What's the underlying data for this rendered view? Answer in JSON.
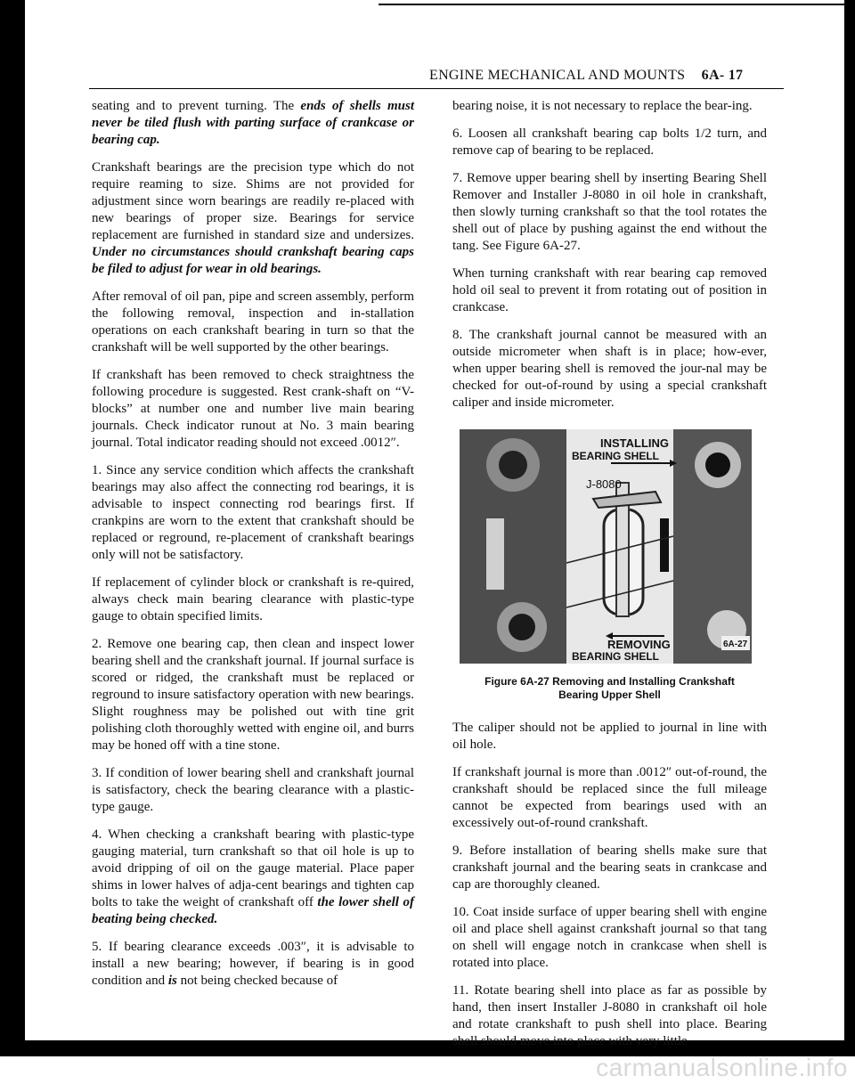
{
  "header": {
    "title": "ENGINE MECHANICAL AND MOUNTS",
    "page": "6A- 17"
  },
  "left_column": [
    {
      "id": "p1",
      "runs": [
        {
          "t": "seating and to prevent turning. The "
        },
        {
          "t": "ends of shells must never be tiled flush with parting surface of crankcase or bearing cap.",
          "em": true
        }
      ]
    },
    {
      "id": "p2",
      "runs": [
        {
          "t": "Crankshaft bearings are the precision type which do not require reaming to size. Shims are not provided for adjustment since worn bearings are readily re-placed with new bearings of proper size. Bearings for service replacement are furnished in standard size and undersizes. "
        },
        {
          "t": "Under no circumstances should crankshaft bearing caps be filed to adjust for wear in old bearings.",
          "em": true
        }
      ]
    },
    {
      "id": "p3",
      "runs": [
        {
          "t": "After removal of oil pan, pipe and screen assembly, perform the following removal, inspection and in-stallation operations on each crankshaft bearing in turn so that the crankshaft will be well supported by the other bearings."
        }
      ]
    },
    {
      "id": "p4",
      "runs": [
        {
          "t": "If crankshaft has been removed to check straightness the following procedure is suggested. Rest crank-shaft on “V-blocks” at number one and number live main bearing journals. Check indicator runout at No. 3 main bearing journal. Total indicator reading should not exceed .0012″."
        }
      ]
    },
    {
      "id": "p5",
      "runs": [
        {
          "t": "1. Since any service condition which affects the crankshaft bearings may also affect the connecting rod bearings, it is advisable to inspect connecting rod bearings first. If crankpins are worn to the extent that crankshaft should be replaced or reground, re-placement of crankshaft bearings only will not be satisfactory."
        }
      ]
    },
    {
      "id": "p6",
      "runs": [
        {
          "t": "If replacement of cylinder block or crankshaft is re-quired, always check main bearing clearance with plastic-type gauge to obtain specified limits."
        }
      ]
    },
    {
      "id": "p7",
      "runs": [
        {
          "t": "2. Remove one bearing cap, then clean and inspect lower bearing shell and the crankshaft journal. If journal surface is scored or ridged, the crankshaft must be replaced or reground to insure satisfactory operation with new bearings. Slight roughness may be polished out with tine grit polishing cloth thoroughly wetted with engine oil, and burrs may be honed off with a tine stone."
        }
      ]
    },
    {
      "id": "p8",
      "runs": [
        {
          "t": "3. If condition of lower bearing shell and crankshaft journal is satisfactory, check the bearing clearance with a plastic-type gauge."
        }
      ]
    },
    {
      "id": "p9",
      "runs": [
        {
          "t": "4. When checking a crankshaft bearing with plastic-type gauging material, turn crankshaft so that oil hole is up to avoid dripping of oil on the gauge material. Place paper shims in lower halves of adja-cent bearings and tighten cap bolts to take the weight of crankshaft off "
        },
        {
          "t": "the lower shell of beating being checked.",
          "em": true
        }
      ]
    },
    {
      "id": "p10",
      "runs": [
        {
          "t": "5. If bearing clearance exceeds .003″, it is advisable to install a new bearing; however, if bearing is in good condition and "
        },
        {
          "t": "is",
          "em": true
        },
        {
          "t": " not being checked because of"
        }
      ]
    }
  ],
  "right_column_top": [
    {
      "id": "r1",
      "runs": [
        {
          "t": "bearing noise, it is not necessary to replace the bear-ing."
        }
      ]
    },
    {
      "id": "r2",
      "runs": [
        {
          "t": "6. Loosen all crankshaft bearing cap bolts 1/2 turn, and remove cap of bearing to be replaced."
        }
      ]
    },
    {
      "id": "r3",
      "runs": [
        {
          "t": "7. Remove upper bearing shell by inserting Bearing Shell Remover and Installer J-8080 in oil hole in crankshaft, then slowly turning crankshaft so that the tool rotates the shell out of place by pushing against the end without the tang. See Figure 6A-27."
        }
      ]
    },
    {
      "id": "r4",
      "runs": [
        {
          "t": "When turning crankshaft with rear bearing cap removed hold oil seal to prevent it from rotating out of position in crankcase."
        }
      ]
    },
    {
      "id": "r5",
      "runs": [
        {
          "t": "8. The crankshaft journal cannot be measured with an outside micrometer when shaft is in place; how-ever, when upper bearing shell is removed the jour-nal may be checked for out-of-round by using a special crankshaft caliper and inside micrometer."
        }
      ]
    }
  ],
  "figure": {
    "label_install_1": "INSTALLING",
    "label_install_2": "BEARING SHELL",
    "label_tool": "J-8080",
    "label_remove_1": "REMOVING",
    "label_remove_2": "BEARING SHELL",
    "figure_tag": "6A-27",
    "caption_line1": "Figure 6A-27 Removing and Installing Crankshaft",
    "caption_line2": "Bearing Upper Shell"
  },
  "right_column_bottom": [
    {
      "id": "r6",
      "runs": [
        {
          "t": "The caliper should not be applied to journal in line with oil hole."
        }
      ]
    },
    {
      "id": "r7",
      "runs": [
        {
          "t": "If crankshaft journal is more than .0012″ out-of-round, the crankshaft should be replaced since the full mileage cannot be expected from bearings used with an excessively out-of-round crankshaft."
        }
      ]
    },
    {
      "id": "r8",
      "runs": [
        {
          "t": "9. Before installation of bearing shells make sure that crankshaft journal and the bearing seats in crankcase and cap are thoroughly cleaned."
        }
      ]
    },
    {
      "id": "r9",
      "runs": [
        {
          "t": "10. Coat inside surface of upper bearing shell with engine oil and place shell against crankshaft journal so that tang on shell will engage notch in crankcase when shell is rotated into place."
        }
      ]
    },
    {
      "id": "r10",
      "runs": [
        {
          "t": "11. Rotate bearing shell into place as far as possible by hand, then insert Installer J-8080 in crankshaft oil hole and rotate crankshaft to push shell into place. Bearing shell should move into place with very little"
        }
      ]
    }
  ],
  "watermark": "carmanualsonline.info"
}
